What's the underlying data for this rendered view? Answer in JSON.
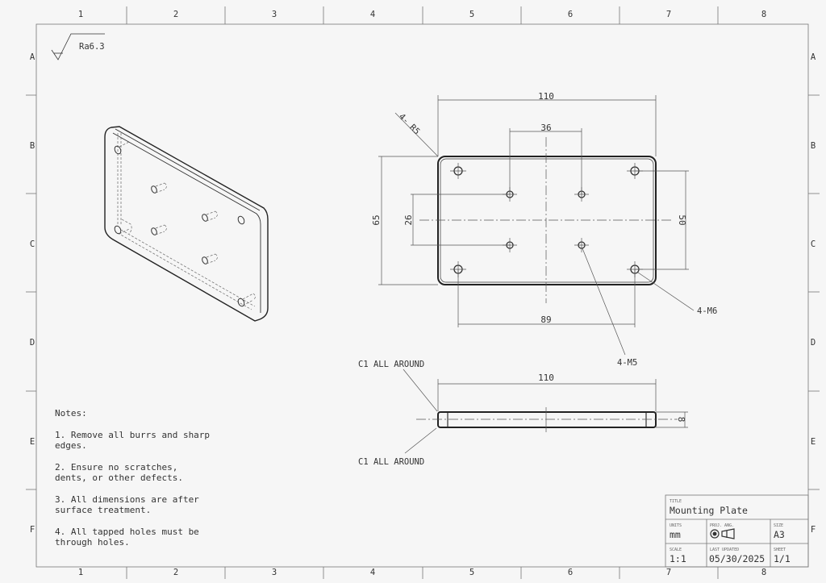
{
  "sheet": {
    "columns": [
      "1",
      "2",
      "3",
      "4",
      "5",
      "6",
      "7",
      "8"
    ],
    "rows": [
      "A",
      "B",
      "C",
      "D",
      "E",
      "F"
    ]
  },
  "surface_finish": "Ra6.3",
  "top_view": {
    "dim_width": "110",
    "dim_inner_spacing_x": "36",
    "dim_height": "65",
    "dim_inner_spacing_y": "26",
    "dim_outer_spacing_y": "50",
    "dim_outer_spacing_x": "89",
    "callout_radius": "4- R5",
    "callout_m6": "4-M6",
    "callout_m5": "4-M5"
  },
  "side_view": {
    "dim_width": "110",
    "dim_thickness": "8",
    "chamfer_top": "C1 ALL AROUND",
    "chamfer_bottom": "C1 ALL AROUND"
  },
  "notes": {
    "heading": "Notes:",
    "items": [
      [
        "1. Remove all burrs and sharp",
        "edges."
      ],
      [
        "2. Ensure no scratches,",
        "dents, or other defects."
      ],
      [
        "3. All dimensions are after",
        "surface treatment."
      ],
      [
        "4. All tapped holes must be",
        "through holes."
      ]
    ]
  },
  "title_block": {
    "title_label": "TITLE",
    "title": "Mounting Plate",
    "units_label": "UNITS",
    "units": "mm",
    "projection_label": "PROJ. ANG.",
    "size_label": "SIZE",
    "size": "A3",
    "scale_label": "SCALE",
    "scale": "1:1",
    "updated_label": "LAST UPDATED",
    "updated": "05/30/2025",
    "sheet_label": "SHEET",
    "sheet": "1/1"
  }
}
